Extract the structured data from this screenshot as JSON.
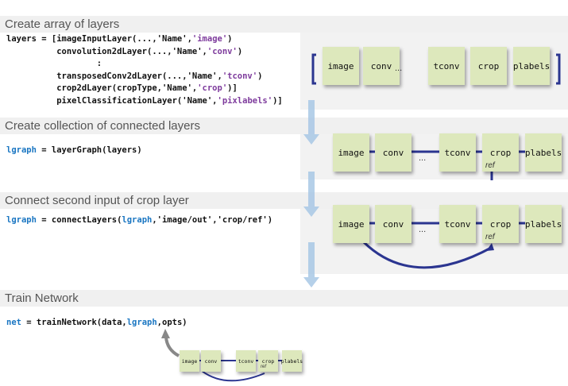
{
  "sections": [
    {
      "title": "Create array of layers"
    },
    {
      "title": "Create collection of connected layers"
    },
    {
      "title": "Connect second input of crop layer"
    },
    {
      "title": "Train Network"
    }
  ],
  "code": {
    "l1a": "layers = [imageInputLayer(...,'Name',",
    "l1b": "'image'",
    "l1c": ")",
    "l2a": "          convolution2dLayer(...,'Name',",
    "l2b": "'conv'",
    "l2c": ")",
    "l3": "                  :",
    "l4a": "          transposedConv2dLayer(...,'Name',",
    "l4b": "'tconv'",
    "l4c": ")",
    "l5a": "          crop2dLayer(cropType,'Name',",
    "l5b": "'crop'",
    "l5c": ")]",
    "l6a": "          pixelClassificationLayer('Name',",
    "l6b": "'pixlabels'",
    "l6c": ")]",
    "s2a": "lgraph",
    "s2b": " = layerGraph(layers)",
    "s3a": "lgraph",
    "s3b": " = connectLayers(",
    "s3c": "lgraph",
    "s3d": ",'image/out','crop/ref')",
    "s4a": "net",
    "s4b": " = trainNetwork(data,",
    "s4c": "lgraph",
    "s4d": ",opts)"
  },
  "layers": [
    "image",
    "conv",
    "tconv",
    "crop",
    "plabels"
  ],
  "ellipsis": "...",
  "ref_label": "ref",
  "colors": {
    "box": "#dde8bc",
    "line": "#2b3590",
    "arrow": "#a9c8e6",
    "string": "#7d3a9c",
    "variable": "#1a76c2"
  }
}
